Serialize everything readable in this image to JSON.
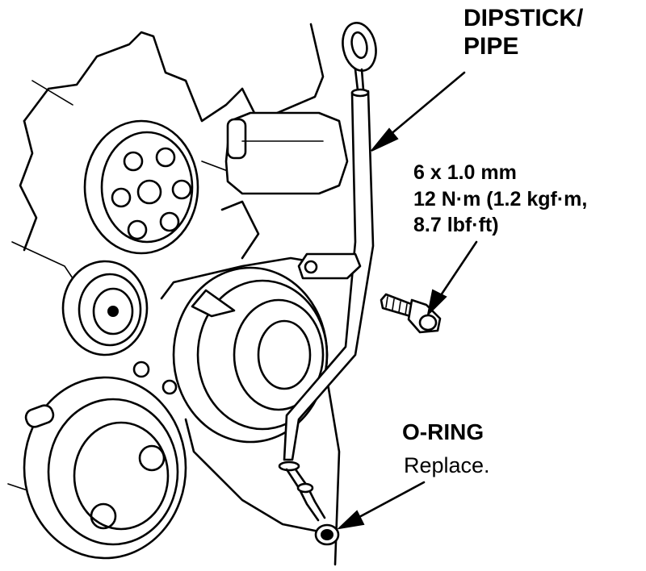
{
  "labels": {
    "dipstick_line1": "DIPSTICK/",
    "dipstick_line2": "PIPE",
    "bolt_size": "6 x 1.0 mm",
    "bolt_torque_1": "12 N·m (1.2 kgf·m,",
    "bolt_torque_2": "8.7 lbf·ft)",
    "oring": "O-RING",
    "oring_note": "Replace."
  },
  "colors": {
    "line": "#000000",
    "background": "#ffffff"
  }
}
